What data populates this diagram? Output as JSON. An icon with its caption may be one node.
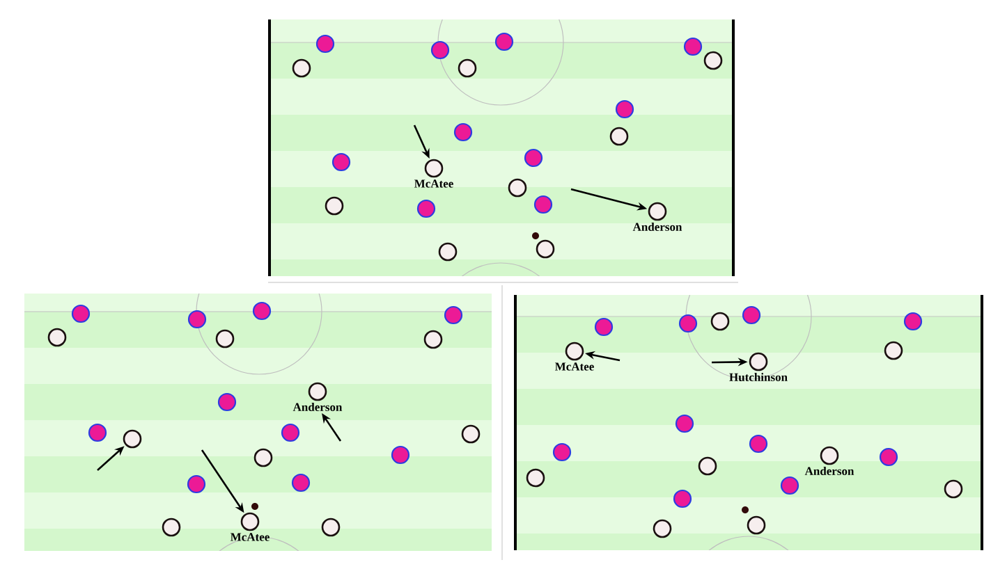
{
  "diagram": {
    "nodes": [
      {
        "text": [],
        "shape": "box"
      },
      {
        "text": [],
        "shape": "circle",
        "in": 0
      },
      {
        "text": [],
        "shape": "circle",
        "in": 0
      },
      {
        "text": [],
        "shape": "circle",
        "in": 0
      },
      {
        "text": [],
        "shape": "circle",
        "in": 0
      },
      {
        "text": [],
        "shape": "circle",
        "in": 0
      },
      {
        "text": [],
        "shape": "circle",
        "in": 0
      },
      {
        "text": [],
        "shape": "circle",
        "in": 0
      },
      {
        "text": [],
        "shape": "circle",
        "in": 0
      },
      {
        "text": [],
        "shape": "circle",
        "in": 0
      },
      {
        "text": [],
        "shape": "circle",
        "in": 0
      },
      {
        "text": [],
        "shape": "circle",
        "in": 0
      },
      {
        "text": [],
        "shape": "circle",
        "in": 0
      },
      {
        "text": [
          "McAtee"
        ],
        "in": 0
      },
      {
        "text": [],
        "shape": "circle",
        "in": 0
      },
      {
        "text": [],
        "shape": "circle",
        "in": 0
      },
      {
        "text": [],
        "shape": "circle",
        "in": 0
      },
      {
        "text": [],
        "shape": "circle",
        "in": 0
      },
      {
        "text": [
          "Anderson"
        ],
        "in": 0
      },
      {
        "text": [],
        "shape": "circle",
        "in": 0
      },
      {
        "text": [],
        "shape": "circle",
        "in": 0
      },
      {
        "text": [],
        "shape": "box"
      },
      {
        "text": [],
        "shape": "circle",
        "in": 21
      },
      {
        "text": [],
        "shape": "circle",
        "in": 21
      },
      {
        "text": [],
        "shape": "circle",
        "in": 21
      },
      {
        "text": [],
        "shape": "circle",
        "in": 21
      },
      {
        "text": [],
        "shape": "circle",
        "in": 21
      },
      {
        "text": [],
        "shape": "circle",
        "in": 21
      },
      {
        "text": [],
        "shape": "circle",
        "in": 21
      },
      {
        "text": [
          "Anderson"
        ],
        "in": 21
      },
      {
        "text": [],
        "shape": "circle",
        "in": 21
      },
      {
        "text": [],
        "shape": "circle",
        "in": 21
      },
      {
        "text": [],
        "shape": "circle",
        "in": 21
      },
      {
        "text": [],
        "shape": "circle",
        "in": 21
      },
      {
        "text": [],
        "shape": "circle",
        "in": 21
      },
      {
        "text": [],
        "shape": "circle",
        "in": 21
      },
      {
        "text": [],
        "shape": "circle",
        "in": 21
      },
      {
        "text": [],
        "shape": "circle",
        "in": 21
      },
      {
        "text": [],
        "shape": "circle",
        "in": 21
      },
      {
        "text": [
          "McAtee"
        ],
        "in": 21
      },
      {
        "text": [],
        "shape": "circle",
        "in": 21
      },
      {
        "text": [],
        "shape": "circle",
        "in": 21
      },
      {
        "text": [],
        "shape": "box"
      },
      {
        "text": [],
        "shape": "circle",
        "in": 42
      },
      {
        "text": [],
        "shape": "circle",
        "in": 42
      },
      {
        "text": [],
        "shape": "circle",
        "in": 42
      },
      {
        "text": [],
        "shape": "circle",
        "in": 42
      },
      {
        "text": [],
        "shape": "circle",
        "in": 42
      },
      {
        "text": [],
        "shape": "circle",
        "in": 42
      },
      {
        "text": [
          "McAtee"
        ],
        "in": 42
      },
      {
        "text": [
          "Hutchinson"
        ],
        "in": 42
      },
      {
        "text": [],
        "shape": "circle",
        "in": 42
      },
      {
        "text": [],
        "shape": "circle",
        "in": 42
      },
      {
        "text": [],
        "shape": "circle",
        "in": 42
      },
      {
        "text": [
          "Anderson"
        ],
        "in": 42
      },
      {
        "text": [],
        "shape": "circle",
        "in": 42
      },
      {
        "text": [],
        "shape": "circle",
        "in": 42
      },
      {
        "text": [],
        "shape": "circle",
        "in": 42
      },
      {
        "text": [],
        "shape": "circle",
        "in": 42
      },
      {
        "text": [],
        "shape": "circle",
        "in": 42
      },
      {
        "text": [],
        "shape": "circle",
        "in": 42
      },
      {
        "text": [],
        "shape": "circle",
        "in": 42
      },
      {
        "text": [],
        "shape": "circle",
        "in": 42
      }
    ],
    "edges": [
      {
        "from": null,
        "to": 13,
        "arrow": "to"
      },
      {
        "from": null,
        "to": 18,
        "arrow": "to"
      },
      {
        "from": null,
        "to": 34,
        "arrow": "to"
      },
      {
        "from": null,
        "to": 29,
        "arrow": "to"
      },
      {
        "from": null,
        "to": 39,
        "arrow": "to"
      },
      {
        "from": null,
        "to": 49,
        "arrow": "to"
      },
      {
        "from": null,
        "to": 50,
        "arrow": "to"
      }
    ]
  }
}
